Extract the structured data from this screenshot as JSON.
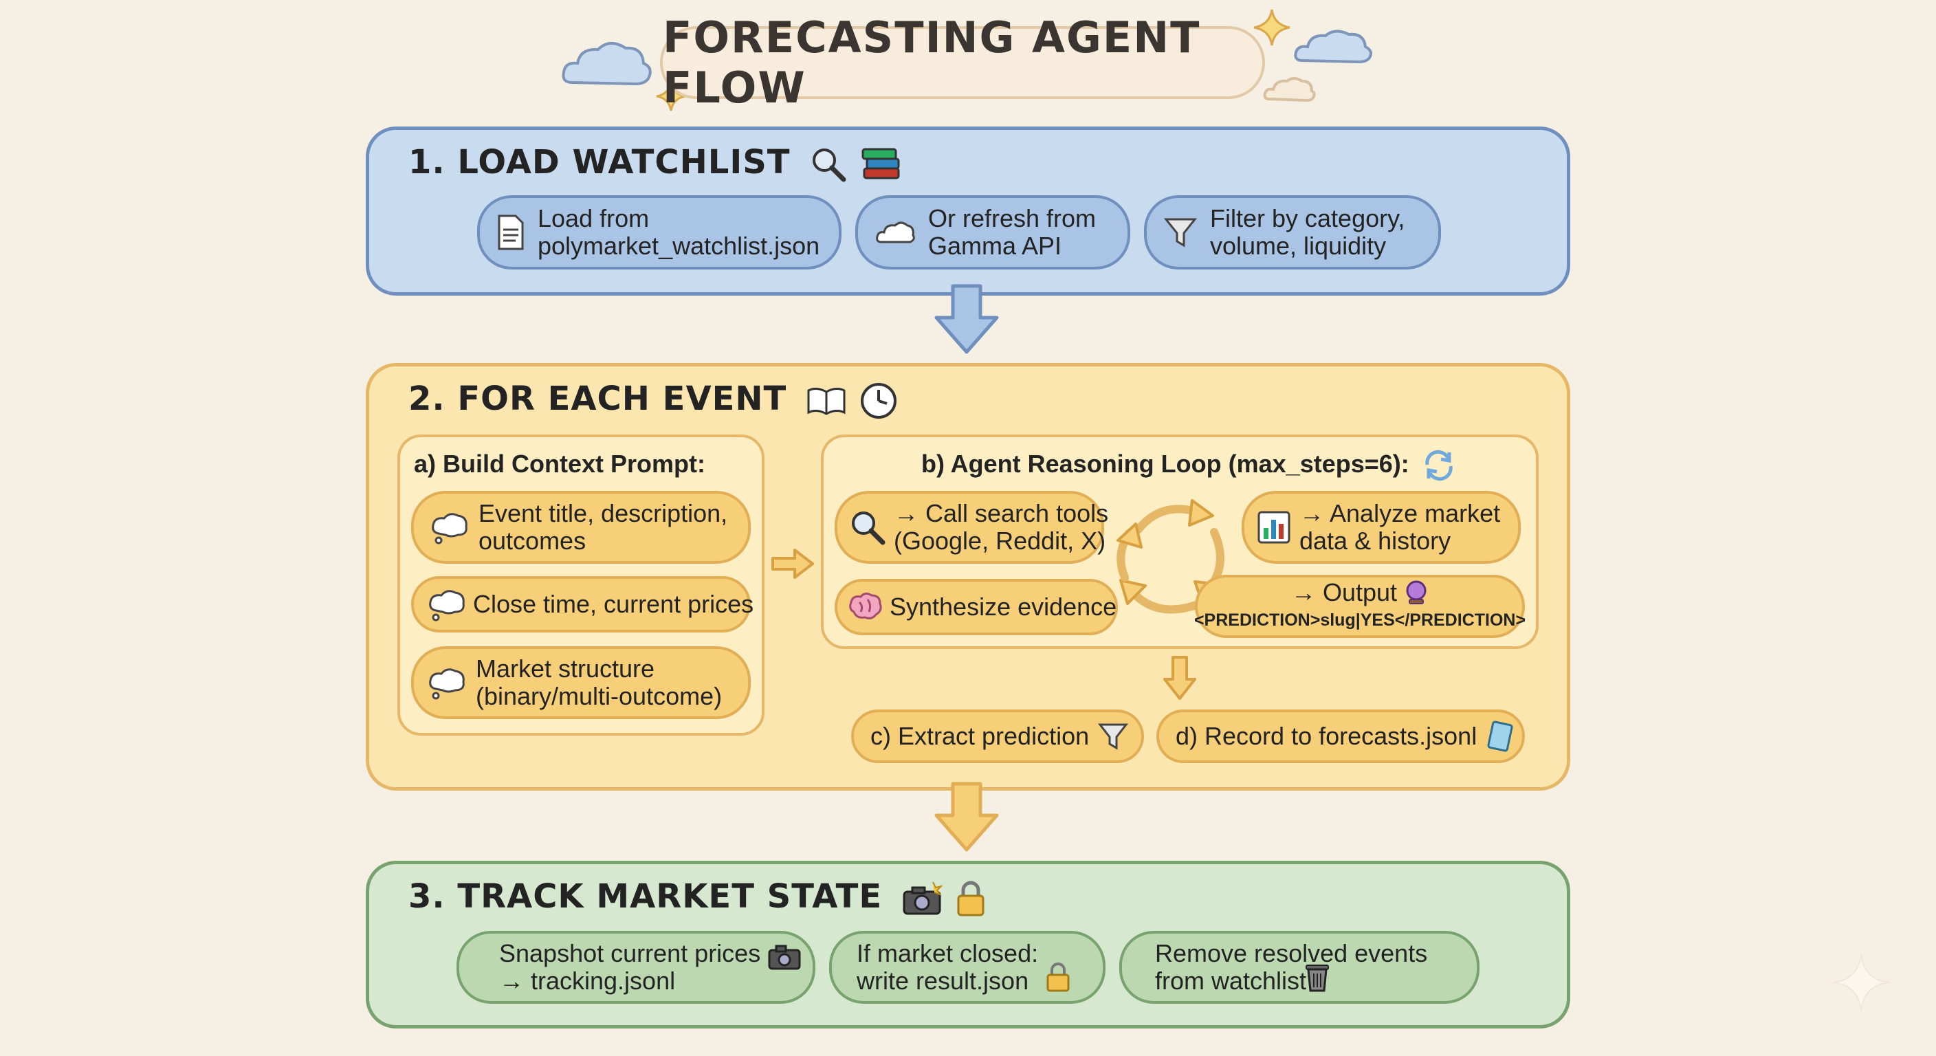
{
  "title": "FORECASTING AGENT FLOW",
  "sections": {
    "load": {
      "title": "1. LOAD WATCHLIST",
      "items": [
        {
          "line1": "Load from",
          "line2": "polymarket_watchlist.json",
          "icon": "document-icon"
        },
        {
          "line1": "Or refresh from",
          "line2": "Gamma API",
          "icon": "cloud-icon"
        },
        {
          "line1": "Filter by category,",
          "line2": "volume, liquidity",
          "icon": "funnel-icon"
        }
      ]
    },
    "each": {
      "title": "2. FOR EACH EVENT",
      "context": {
        "title": "a) Build Context Prompt:",
        "items": [
          {
            "line1": "Event title, description,",
            "line2": "outcomes"
          },
          {
            "line1": "Close time, current prices",
            "line2": ""
          },
          {
            "line1": "Market structure",
            "line2": "(binary/multi-outcome)"
          }
        ]
      },
      "loop": {
        "title": "b) Agent Reasoning Loop (max_steps=6):",
        "search": {
          "line1": "→ Call search tools",
          "line2": "(Google, Reddit, X)"
        },
        "analyze": {
          "line1": "→ Analyze market",
          "line2": "data & history"
        },
        "synthesize": "Synthesize evidence",
        "output": {
          "line1": "→ Output",
          "line2": "<PREDICTION>slug|YES</PREDICTION>"
        }
      },
      "extract": "c) Extract prediction",
      "record": "d) Record to forecasts.jsonl"
    },
    "track": {
      "title": "3. TRACK MARKET STATE",
      "items": [
        {
          "line1": "Snapshot current prices",
          "line2": "→ tracking.jsonl",
          "icon": "camera-icon"
        },
        {
          "line1": "If market closed:",
          "line2": "write result.json",
          "icon": "lock-icon"
        },
        {
          "line1": "Remove resolved events",
          "line2": "from watchlist",
          "icon": "trash-icon"
        }
      ]
    }
  },
  "colors": {
    "blue": "#c9dbef",
    "yellow": "#fbe6b0",
    "green": "#d6e8cf",
    "background": "#f6f0e4"
  }
}
